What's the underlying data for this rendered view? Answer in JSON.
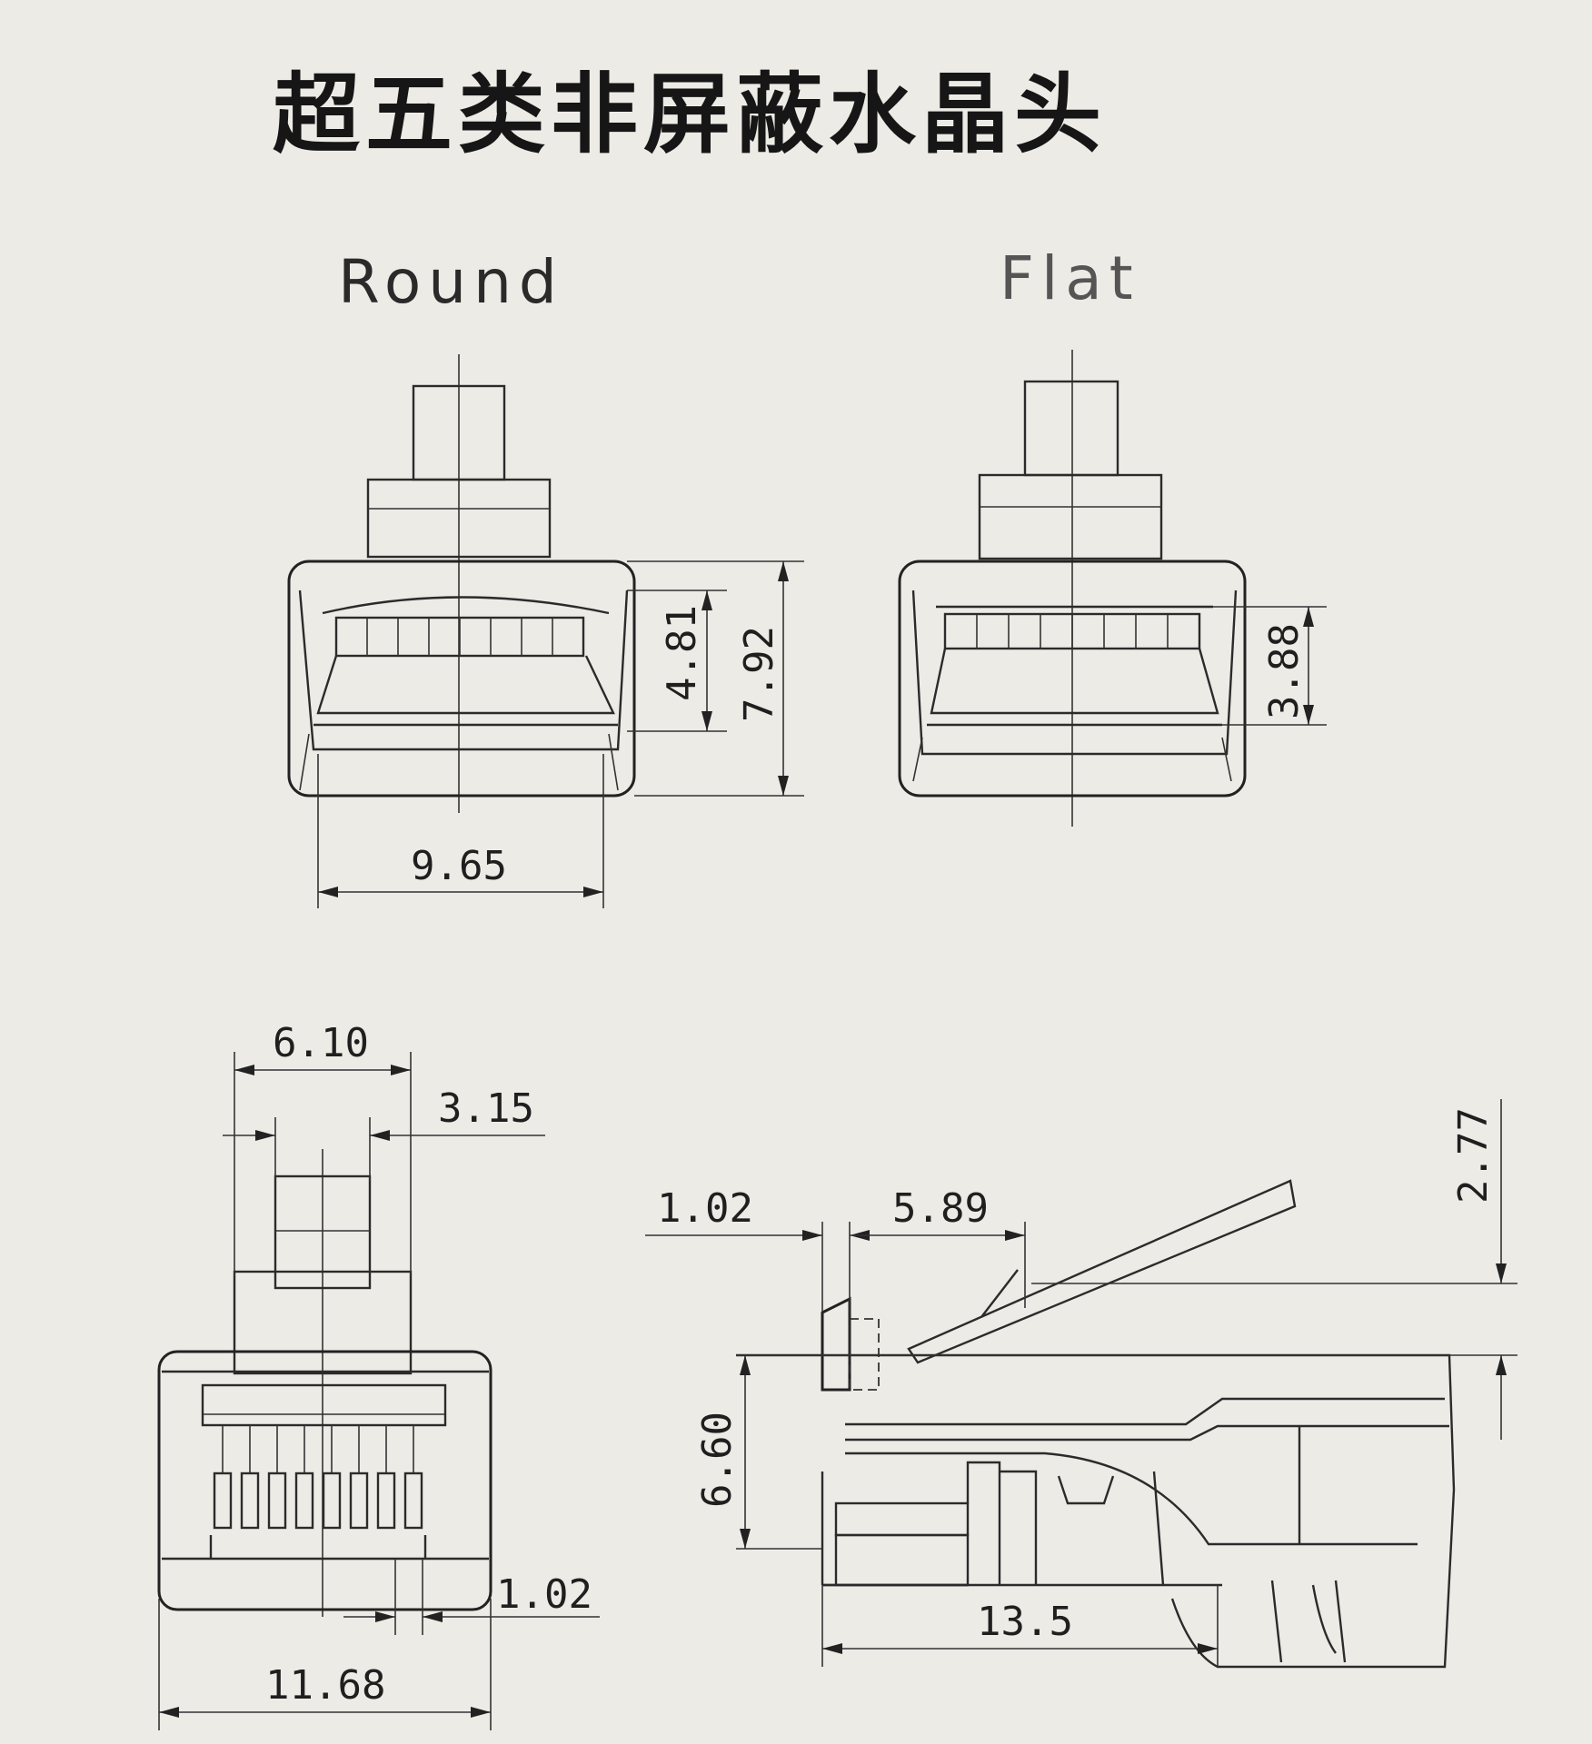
{
  "title": "超五类非屏蔽水晶头",
  "views": {
    "round_label": "Round",
    "flat_label": "Flat"
  },
  "dimensions": {
    "round_width": "9.65",
    "round_inner_height": "4.81",
    "round_total_height": "7.92",
    "flat_inner_height": "3.88",
    "bottom_top_width": "6.10",
    "bottom_tab_width": "3.15",
    "bottom_total_width": "11.68",
    "bottom_pin_pitch": "1.02",
    "side_offset": "1.02",
    "side_length": "5.89",
    "side_latch_height": "2.77",
    "side_height": "6.60",
    "side_total_length": "13.5"
  }
}
